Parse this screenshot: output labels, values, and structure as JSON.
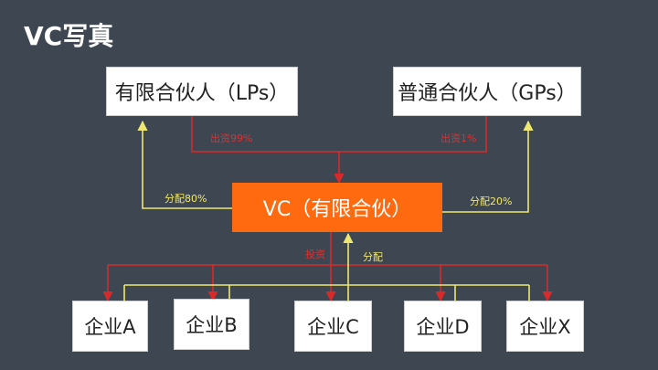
{
  "title": "VC写真",
  "partners": {
    "lp": "有限合伙人（LPs）",
    "gp": "普通合伙人（GPs）"
  },
  "vc": "VC（有限合伙）",
  "companies": [
    "企业A",
    "企业B",
    "企业C",
    "企业D",
    "企业X"
  ],
  "labels": {
    "lp_invest": "出资99%",
    "gp_invest": "出资1%",
    "lp_share": "分配80%",
    "gp_share": "分配20%",
    "invest": "投资",
    "distribute": "分配"
  },
  "colors": {
    "background": "#3d4651",
    "vc_box": "#ff6a10",
    "invest_line": "#d82a2a",
    "distribution_line": "#eee870"
  }
}
